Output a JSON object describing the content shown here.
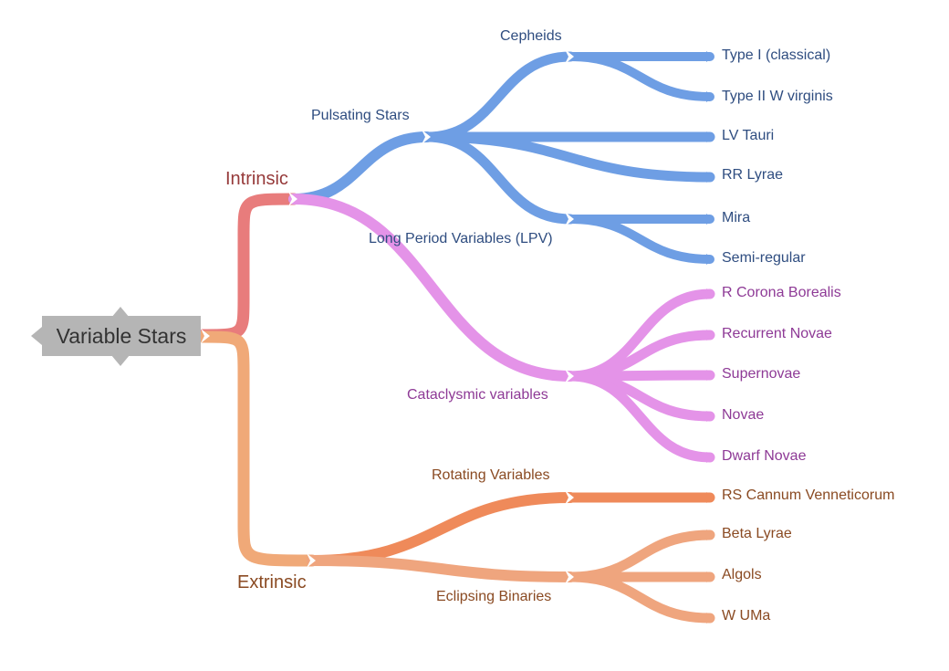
{
  "colors": {
    "intrinsic_trunk": "#e87c7c",
    "extrinsic_trunk": "#f0a978",
    "pulsating": "#6e9ee4",
    "lpv": "#e493e8",
    "rotating": "#ef8a5a",
    "eclipsing": "#efa57e",
    "root_box": "#b5b5b5",
    "label_blue": "#2f4d80",
    "label_purple": "#8e3a96",
    "label_brown": "#8a4a22",
    "label_red": "#963a3a"
  },
  "root": {
    "label": "Variable Stars"
  },
  "branches": {
    "intrinsic": {
      "label": "Intrinsic",
      "pulsating": {
        "label": "Pulsating Stars",
        "cepheids": {
          "label": "Cepheids",
          "items": [
            "Type I (classical)",
            "Type II W virginis"
          ]
        },
        "items": [
          "LV Tauri",
          "RR Lyrae"
        ],
        "lpv": {
          "label": "Long Period Variables (LPV)",
          "items": [
            "Mira",
            "Semi-regular"
          ]
        }
      },
      "cataclysmic": {
        "label": "Cataclysmic variables",
        "items": [
          "R Corona Borealis",
          "Recurrent Novae",
          "Supernovae",
          "Novae",
          "Dwarf Novae"
        ]
      }
    },
    "extrinsic": {
      "label": "Extrinsic",
      "rotating": {
        "label": "Rotating Variables",
        "items": [
          "RS Cannum Venneticorum"
        ]
      },
      "eclipsing": {
        "label": "Eclipsing Binaries",
        "items": [
          "Beta Lyrae",
          "Algols",
          "W UMa"
        ]
      }
    }
  }
}
